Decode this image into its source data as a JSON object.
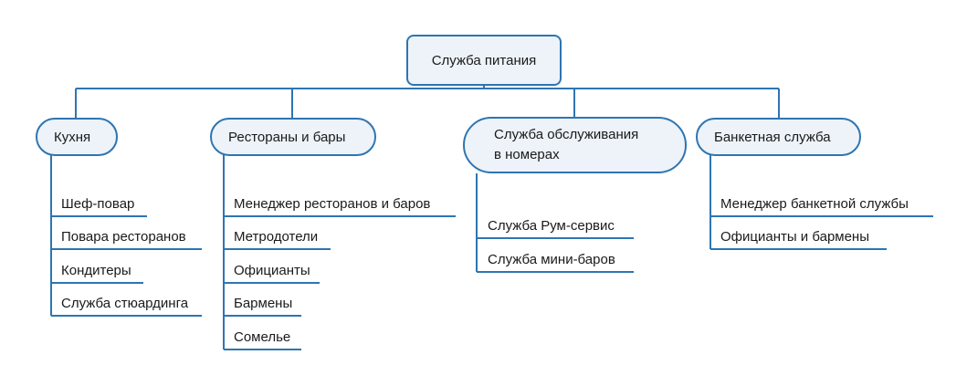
{
  "root": {
    "label": "Служба питания"
  },
  "categories": [
    {
      "label": "Кухня",
      "items": [
        "Шеф-повар",
        "Повара ресторанов",
        "Кондитеры",
        "Служба стюардинга"
      ]
    },
    {
      "label": "Рестораны и бары",
      "items": [
        "Менеджер ресторанов и баров",
        "Метродотели",
        "Официанты",
        "Бармены",
        "Сомелье"
      ]
    },
    {
      "label_lines": [
        "Служба обслуживания",
        "в номерах"
      ],
      "items": [
        "Служба Рум-сервис",
        "Служба мини-баров"
      ]
    },
    {
      "label": "Банкетная служба",
      "items": [
        "Менеджер банкетной службы",
        "Официанты и бармены"
      ]
    }
  ],
  "colors": {
    "line": "#2e75b1",
    "box_fill": "#edf3f9"
  }
}
